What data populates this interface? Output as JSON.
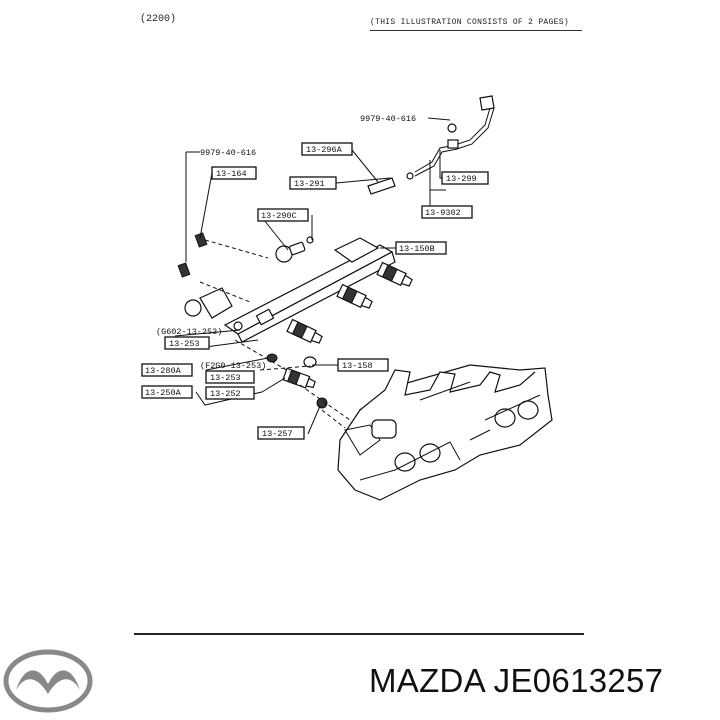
{
  "header": {
    "code": "(2200)",
    "note": "(THIS ILLUSTRATION CONSISTS OF  2 PAGES)"
  },
  "callouts": {
    "bolt_top": "9979-40-616",
    "bolt_left": "9979-40-616",
    "hose": "13-296A",
    "p164": "13-164",
    "p291": "13-291",
    "p299": "13-299",
    "p9302": "13-9302",
    "p290c": "13-290C",
    "p150b": "13-150B",
    "g602": "(G602-13-253)",
    "p253a": "13-253",
    "p280a": "13-280A",
    "f2g0": "(F2G0-13-253)",
    "p253b": "13-253",
    "p250a": "13-250A",
    "p252": "13-252",
    "p158": "13-158",
    "p257": "13-257"
  },
  "brand": {
    "logo": "mazda-logo-icon",
    "text": "MAZDA JE0613257"
  }
}
